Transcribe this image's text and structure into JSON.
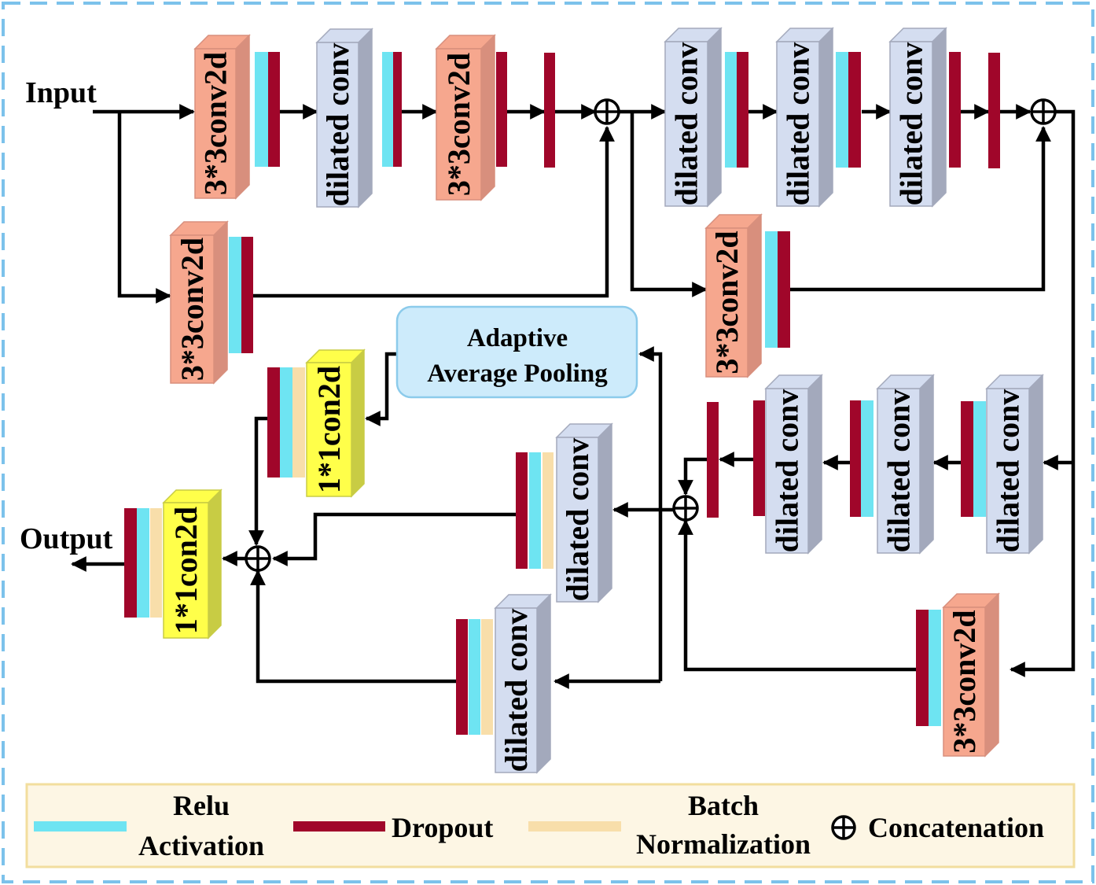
{
  "labels": {
    "input": "Input",
    "output": "Output",
    "conv3": "3*3conv2d",
    "dilated": "dilated conv",
    "conv1": "1*1con2d",
    "pool_line1": "Adaptive",
    "pool_line2": "Average Pooling",
    "concat_symbol": "⊕"
  },
  "legend": {
    "relu_line1": "Relu",
    "relu_line2": "Activation",
    "dropout": "Dropout",
    "bn_line1": "Batch",
    "bn_line2": "Normalization",
    "concat": "Concatenation"
  },
  "colors": {
    "relu": "#6EE4F2",
    "dropout": "#A0062A",
    "batchnorm": "#F8DEAA",
    "conv3_face": "#F6A78E",
    "conv3_side": "#D88F7D",
    "dilated_face": "#D4DDF0",
    "dilated_side": "#A3A9BC",
    "conv1_face": "#FFFF4A",
    "conv1_side": "#C8CC44",
    "pool_fill": "#CDEBFB",
    "pool_border": "#8CCBEB",
    "frame_dash": "#7CC2EB",
    "legend_fill": "#FDF6E4",
    "legend_border": "#F2DE9E"
  }
}
